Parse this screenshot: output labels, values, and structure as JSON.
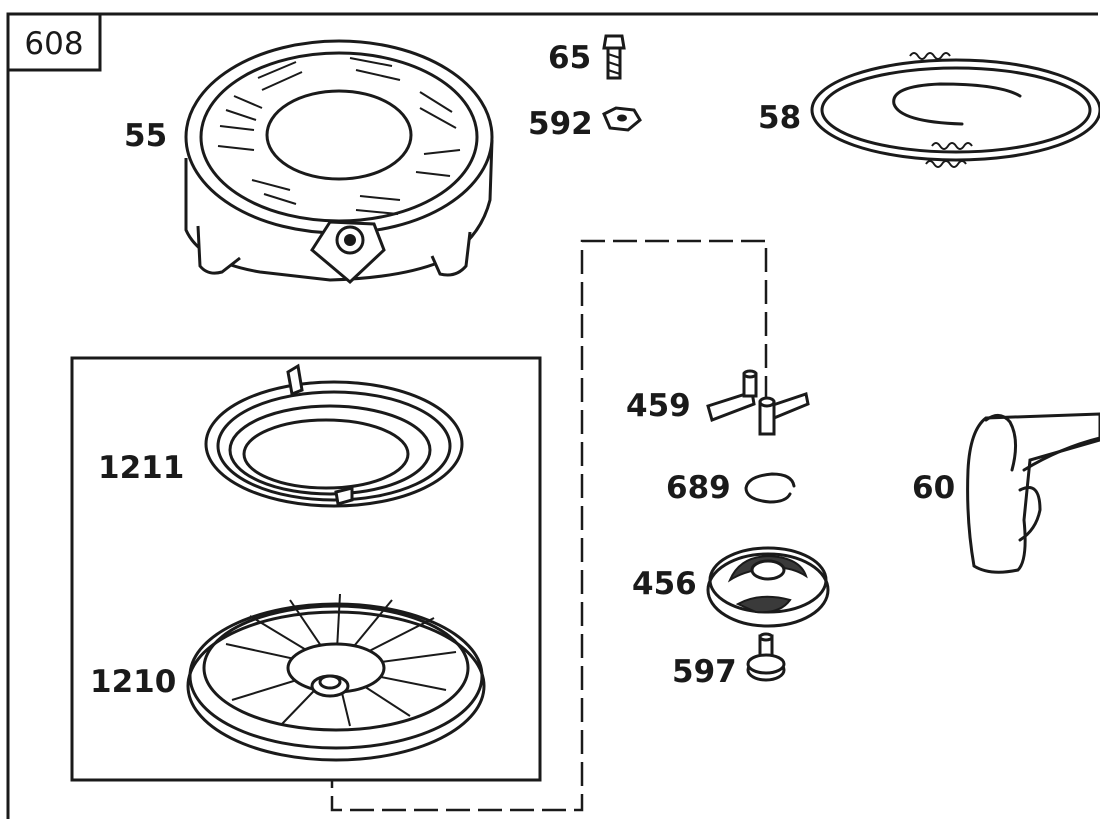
{
  "diagram": {
    "group_number": "608",
    "parts": [
      {
        "id": "55",
        "icon": "recoil-housing-icon"
      },
      {
        "id": "65",
        "icon": "bolt-icon"
      },
      {
        "id": "592",
        "icon": "nut-icon"
      },
      {
        "id": "58",
        "icon": "starter-rope-icon"
      },
      {
        "id": "1211",
        "icon": "recoil-spring-icon"
      },
      {
        "id": "1210",
        "icon": "pulley-icon"
      },
      {
        "id": "459",
        "icon": "dog-icon"
      },
      {
        "id": "689",
        "icon": "retainer-ring-icon"
      },
      {
        "id": "456",
        "icon": "ratchet-icon"
      },
      {
        "id": "597",
        "icon": "screw-icon"
      },
      {
        "id": "60",
        "icon": "handle-icon"
      }
    ]
  }
}
